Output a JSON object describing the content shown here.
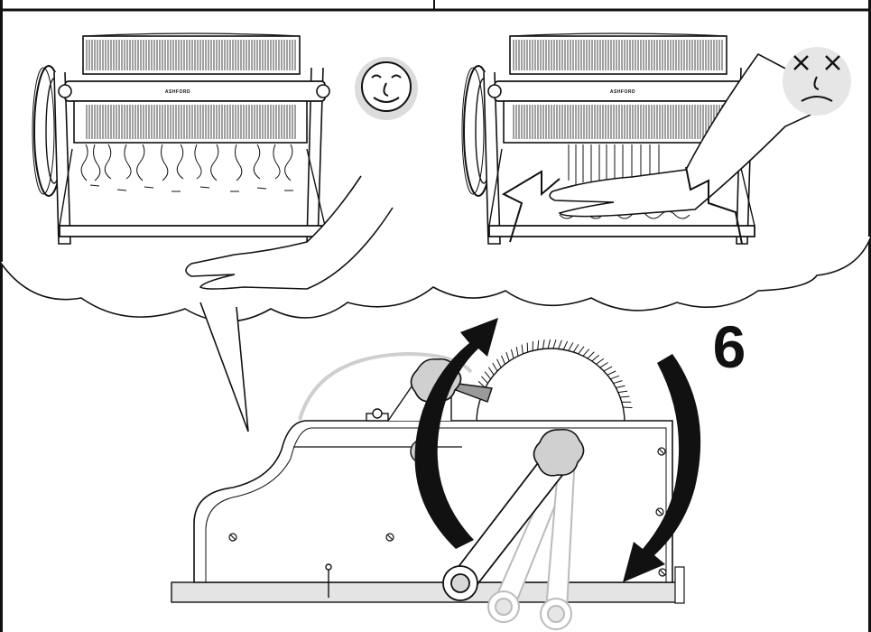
{
  "step": {
    "number": "6"
  },
  "panels": {
    "left": {
      "brand": "ASHFORD",
      "mood": "happy"
    },
    "right": {
      "brand": "ASHFORD",
      "mood": "unhappy"
    }
  },
  "colors": {
    "line": "#111111",
    "shade": "#d6d6d6",
    "accent": "#e4e4e4",
    "paper": "#ffffff"
  },
  "icons": [
    "happy-face-icon",
    "unhappy-face-icon",
    "rotate-cw-arrow-icon",
    "rotate-ccw-arrow-icon"
  ]
}
